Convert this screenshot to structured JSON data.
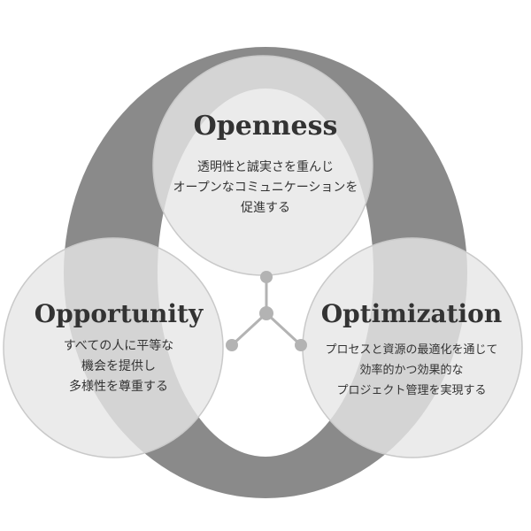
{
  "colors": {
    "background": "#ffffff",
    "ring": "#8a8a8a",
    "circle_fill": "#e6e6e6",
    "circle_stroke": "#c9c9c9",
    "connector": "#b3b3b3",
    "text": "#333333"
  },
  "values": [
    {
      "title": "Openness",
      "lines": [
        "透明性と誠実さを重んじ",
        "オープンなコミュニケーションを",
        "促進する"
      ]
    },
    {
      "title": "Opportunity",
      "lines": [
        "すべての人に平等な",
        "機会を提供し",
        "多様性を尊重する"
      ]
    },
    {
      "title": "Optimization",
      "lines": [
        "プロセスと資源の最適化を通じて",
        "効率的かつ効果的な",
        "プロジェクト管理を実現する"
      ]
    }
  ]
}
